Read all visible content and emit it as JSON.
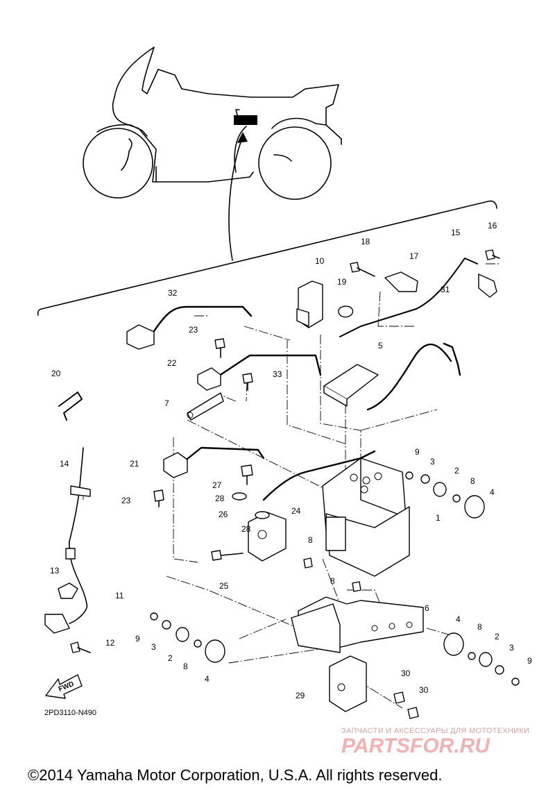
{
  "diagram": {
    "callouts": [
      "1",
      "2",
      "3",
      "4",
      "5",
      "6",
      "7",
      "8",
      "9",
      "10",
      "11",
      "12",
      "13",
      "14",
      "15",
      "16",
      "17",
      "18",
      "19",
      "20",
      "21",
      "22",
      "23",
      "24",
      "25",
      "26",
      "27",
      "28",
      "29",
      "30",
      "31",
      "32",
      "33"
    ],
    "diagram_code": "2PD3110-N490",
    "fwd_label": "FWD",
    "copyright": "©2014 Yamaha Motor Corporation, U.S.A. All rights reserved.",
    "watermark_subtitle": "ЗАПЧАСТИ И АКСЕССУАРЫ ДЛЯ МОТОТЕХНИКИ",
    "watermark_brand": "PARTSFOR.RU",
    "watermark_color": "#f2b2b2"
  }
}
